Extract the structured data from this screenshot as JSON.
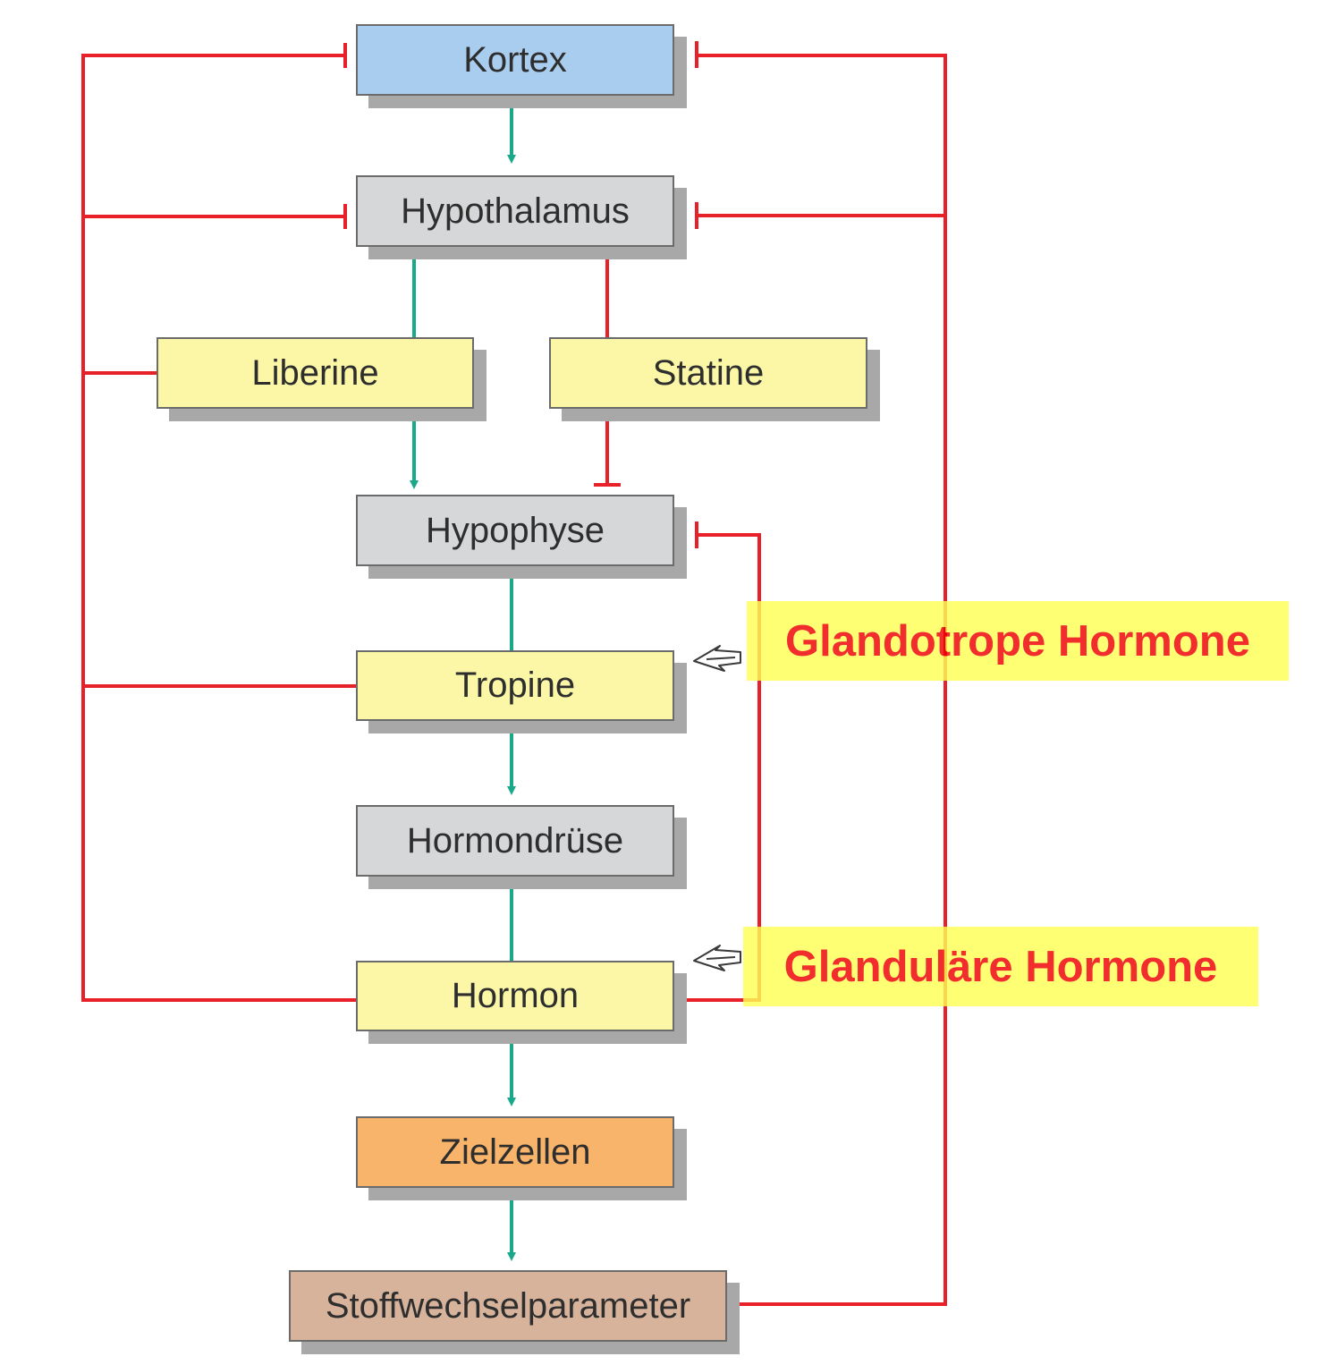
{
  "nodes": {
    "kortex": "Kortex",
    "hypothalamus": "Hypothalamus",
    "liberine": "Liberine",
    "statine": "Statine",
    "hypophyse": "Hypophyse",
    "tropine": "Tropine",
    "hormondruese": "Hormondrüse",
    "hormon": "Hormon",
    "zielzellen": "Zielzellen",
    "stoffwechselparameter": "Stoffwechselparameter"
  },
  "annotations": {
    "glandotrope": "Glandotrope Hormone",
    "glandulaere": "Glanduläre Hormone"
  },
  "colors": {
    "stimulation": "#1aa88a",
    "inhibition": "#e8202a",
    "kortex_fill": "#a9cdef",
    "neutral_fill": "#d6d7d9",
    "hormone_fill": "#fbf7a6",
    "target_fill": "#f7b46a",
    "parameter_fill": "#d7b39c",
    "highlight_fill": "#ffff55",
    "highlight_text": "#ee0000"
  }
}
